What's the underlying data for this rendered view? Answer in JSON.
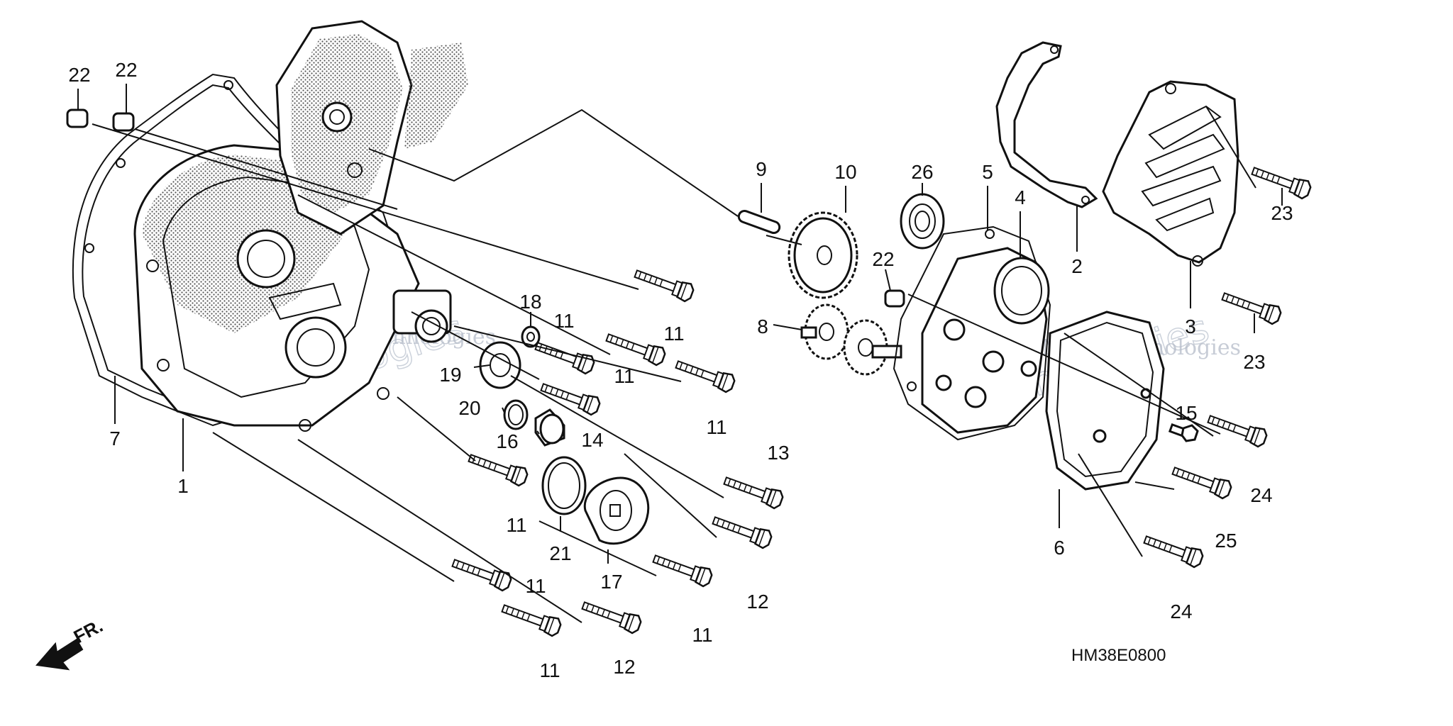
{
  "diagram": {
    "code": "HM38E0800",
    "direction_label": "FR.",
    "watermark_line1": "VNNext Technologies",
    "watermark_line2": "technologies",
    "callouts": [
      {
        "id": "c22a",
        "text": "22"
      },
      {
        "id": "c22b",
        "text": "22"
      },
      {
        "id": "c7",
        "text": "7"
      },
      {
        "id": "c1",
        "text": "1"
      },
      {
        "id": "c9",
        "text": "9"
      },
      {
        "id": "c10",
        "text": "10"
      },
      {
        "id": "c26",
        "text": "26"
      },
      {
        "id": "c5",
        "text": "5"
      },
      {
        "id": "c4",
        "text": "4"
      },
      {
        "id": "c2",
        "text": "2"
      },
      {
        "id": "c23a",
        "text": "23"
      },
      {
        "id": "c22c",
        "text": "22"
      },
      {
        "id": "c8",
        "text": "8"
      },
      {
        "id": "c18",
        "text": "18"
      },
      {
        "id": "c11a",
        "text": "11"
      },
      {
        "id": "c11b",
        "text": "11"
      },
      {
        "id": "c11c",
        "text": "11"
      },
      {
        "id": "c11d",
        "text": "11"
      },
      {
        "id": "c19",
        "text": "19"
      },
      {
        "id": "c20",
        "text": "20"
      },
      {
        "id": "c16",
        "text": "16"
      },
      {
        "id": "c14",
        "text": "14"
      },
      {
        "id": "c13",
        "text": "13"
      },
      {
        "id": "c11e",
        "text": "11"
      },
      {
        "id": "c21",
        "text": "21"
      },
      {
        "id": "c17",
        "text": "17"
      },
      {
        "id": "c12a",
        "text": "12"
      },
      {
        "id": "c11f",
        "text": "11"
      },
      {
        "id": "c11g",
        "text": "11"
      },
      {
        "id": "c12b",
        "text": "12"
      },
      {
        "id": "c11h",
        "text": "11"
      },
      {
        "id": "c3",
        "text": "3"
      },
      {
        "id": "c23b",
        "text": "23"
      },
      {
        "id": "c15",
        "text": "15"
      },
      {
        "id": "c24a",
        "text": "24"
      },
      {
        "id": "c6",
        "text": "6"
      },
      {
        "id": "c25",
        "text": "25"
      },
      {
        "id": "c24b",
        "text": "24"
      }
    ]
  }
}
